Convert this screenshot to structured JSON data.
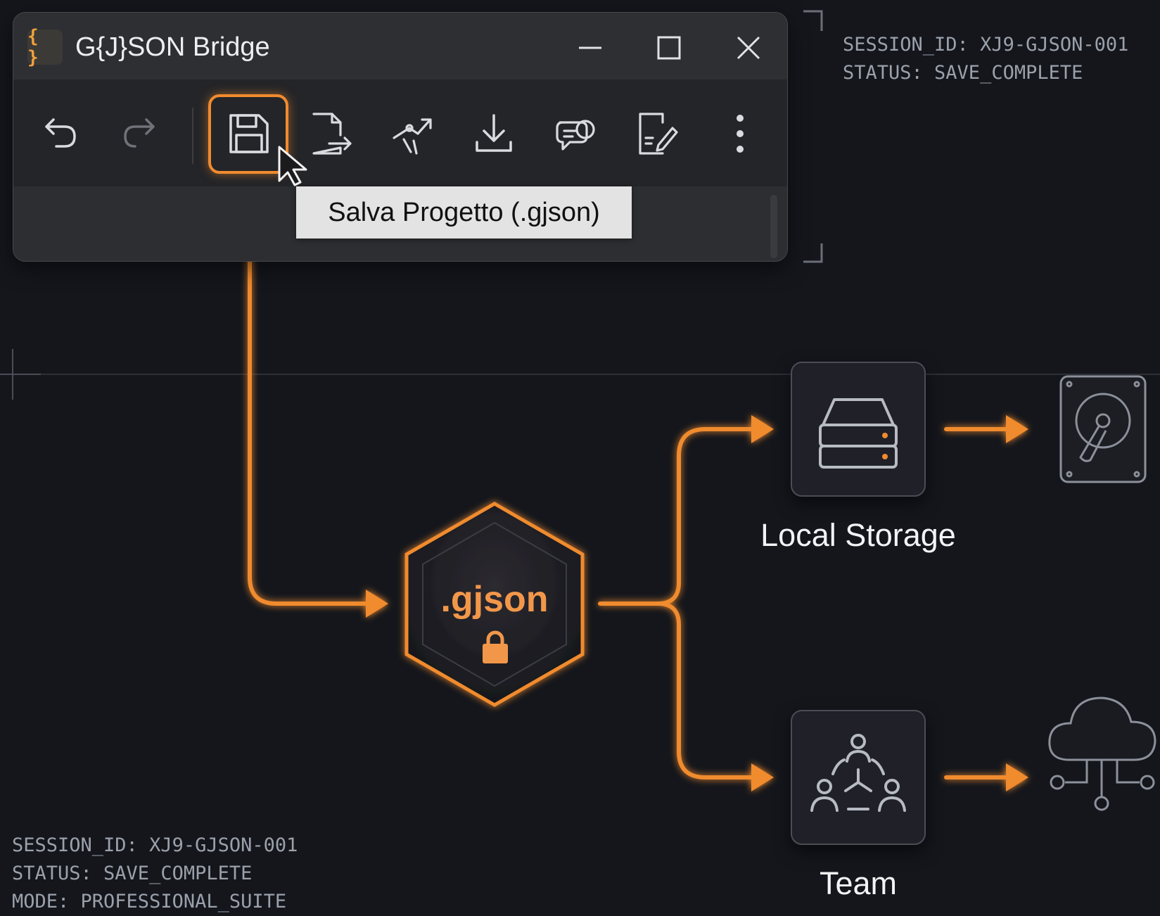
{
  "window": {
    "title": "G{J}SON Bridge",
    "app_icon_glyph": "{ }",
    "controls": [
      "minimize-icon",
      "maximize-icon",
      "close-icon"
    ]
  },
  "toolbar": {
    "buttons": [
      {
        "name": "undo-icon",
        "enabled": true
      },
      {
        "name": "redo-icon",
        "enabled": false
      },
      {
        "name": "save-icon",
        "highlighted": true
      },
      {
        "name": "export-file-icon"
      },
      {
        "name": "share-icon"
      },
      {
        "name": "download-icon"
      },
      {
        "name": "chat-icon"
      },
      {
        "name": "edit-document-icon"
      },
      {
        "name": "more-vertical-icon"
      }
    ],
    "tooltip": "Salva Progetto (.gjson)"
  },
  "status_top": "SESSION_ID: XJ9-GJSON-001\nSTATUS: SAVE_COMPLETE",
  "status_bottom": "SESSION_ID: XJ9-GJSON-001\nSTATUS: SAVE_COMPLETE\nMODE: PROFESSIONAL_SUITE",
  "diagram": {
    "center_label": ".gjson",
    "center_icon": "lock-icon",
    "nodes": [
      {
        "label": "Local Storage",
        "icon": "server-icon",
        "target_icon": "hard-drive-icon"
      },
      {
        "label": "Team",
        "icon": "team-icon",
        "target_icon": "cloud-network-icon"
      }
    ]
  },
  "colors": {
    "background": "#14161c",
    "accent": "#f08b2e",
    "window": "#2b2c2f",
    "text": "#eceef2",
    "muted_text": "#9ba1ab"
  }
}
